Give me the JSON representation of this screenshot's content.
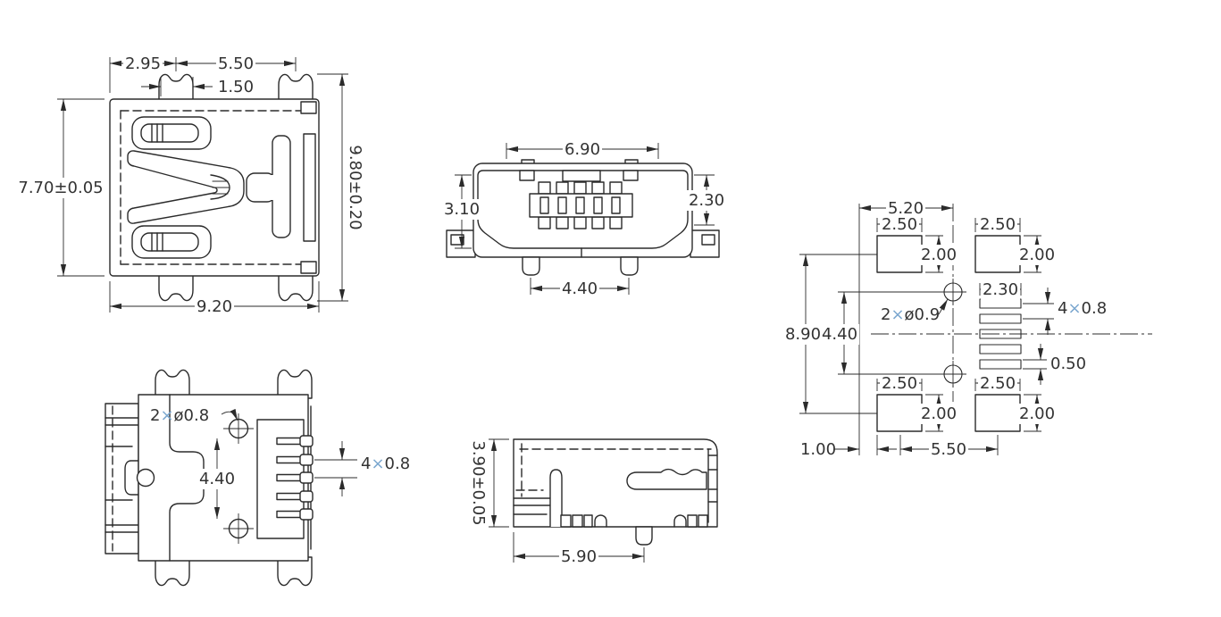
{
  "meta": {
    "title": "Mini USB connector engineering drawing",
    "background_color": "#ffffff",
    "line_color": "#2b2b2b",
    "dim_text_color": "#333333",
    "accent_color": "#7ba7cf",
    "times_sign": "×"
  },
  "views": {
    "top": {
      "dims": {
        "left_width": "2.95",
        "right_width": "5.50",
        "tab_width": "1.50",
        "body_height": "7.70±0.05",
        "overall_height": "9.80±0.20",
        "overall_width": "9.20"
      }
    },
    "front": {
      "dims": {
        "shell_width": "6.90",
        "shell_height": "3.10",
        "tongue_height": "2.30",
        "leg_span": "4.40"
      }
    },
    "bottom": {
      "dims": {
        "hole_qty": "2",
        "hole_dia": "ø0.8",
        "hole_span": "4.40",
        "lead_qty": "4",
        "lead_pitch": "0.8"
      }
    },
    "side": {
      "dims": {
        "height": "3.90±0.05",
        "length": "5.90"
      }
    },
    "footprint": {
      "dims": {
        "hole_offset_x": "5.20",
        "pad_width": "2.50",
        "pad_height": "2.00",
        "trace_width": "2.30",
        "trace_qty": "4",
        "trace_pitch": "0.8",
        "trace_height": "0.50",
        "pad_row_span": "8.90",
        "hole_span": "4.40",
        "hole_qty": "2",
        "hole_dia": "ø0.9",
        "edge_margin": "1.00",
        "pad_span": "5.50"
      }
    }
  }
}
